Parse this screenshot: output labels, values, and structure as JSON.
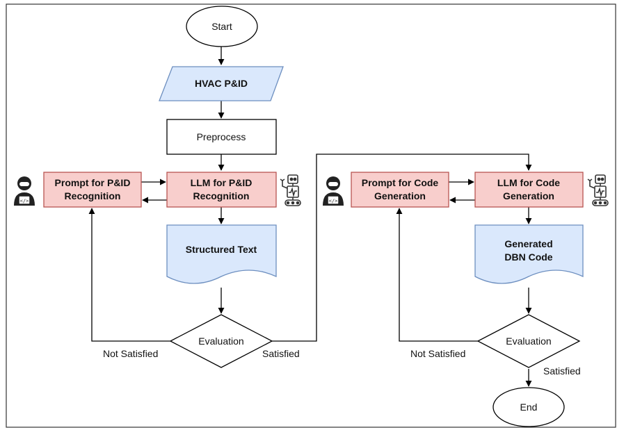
{
  "nodes": {
    "start": {
      "label": "Start"
    },
    "hvac": {
      "label": "HVAC P&ID"
    },
    "preprocess": {
      "label": "Preprocess"
    },
    "prompt_pid": {
      "line1": "Prompt for P&ID",
      "line2": "Recognition"
    },
    "llm_pid": {
      "line1": "LLM for P&ID",
      "line2": "Recognition"
    },
    "structured": {
      "label": "Structured Text"
    },
    "eval1": {
      "label": "Evaluation"
    },
    "prompt_code": {
      "line1": "Prompt for Code",
      "line2": "Generation"
    },
    "llm_code": {
      "line1": "LLM for Code",
      "line2": "Generation"
    },
    "generated": {
      "line1": "Generated",
      "line2": "DBN Code"
    },
    "eval2": {
      "label": "Evaluation"
    },
    "end": {
      "label": "End"
    }
  },
  "edge_labels": {
    "not_satisfied_1": "Not Satisfied",
    "satisfied_1": "Satisfied",
    "not_satisfied_2": "Not Satisfied",
    "satisfied_2": "Satisfied"
  },
  "icons": {
    "user_1": "user-coder-icon",
    "robot_1": "robot-icon",
    "user_2": "user-coder-icon",
    "robot_2": "robot-icon"
  },
  "colors": {
    "process_fill": "#f8cecc",
    "process_stroke": "#b85450",
    "data_fill": "#dae8fc",
    "data_stroke": "#6c8ebf",
    "line": "#000000"
  }
}
